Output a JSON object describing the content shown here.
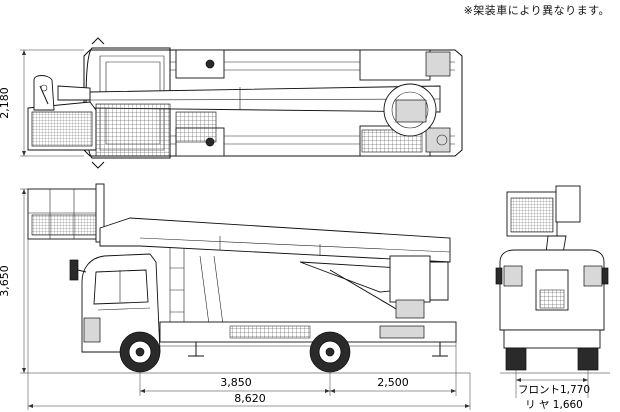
{
  "note": "※架装車により異なります。",
  "dimensions": {
    "top_width": "2,180",
    "height": "3,650",
    "wheelbase": "3,850",
    "rear_overhang": "2,500",
    "overall_length": "8,620",
    "front_track": "フロント1,770",
    "rear_track": "リ ヤ 1,660"
  }
}
